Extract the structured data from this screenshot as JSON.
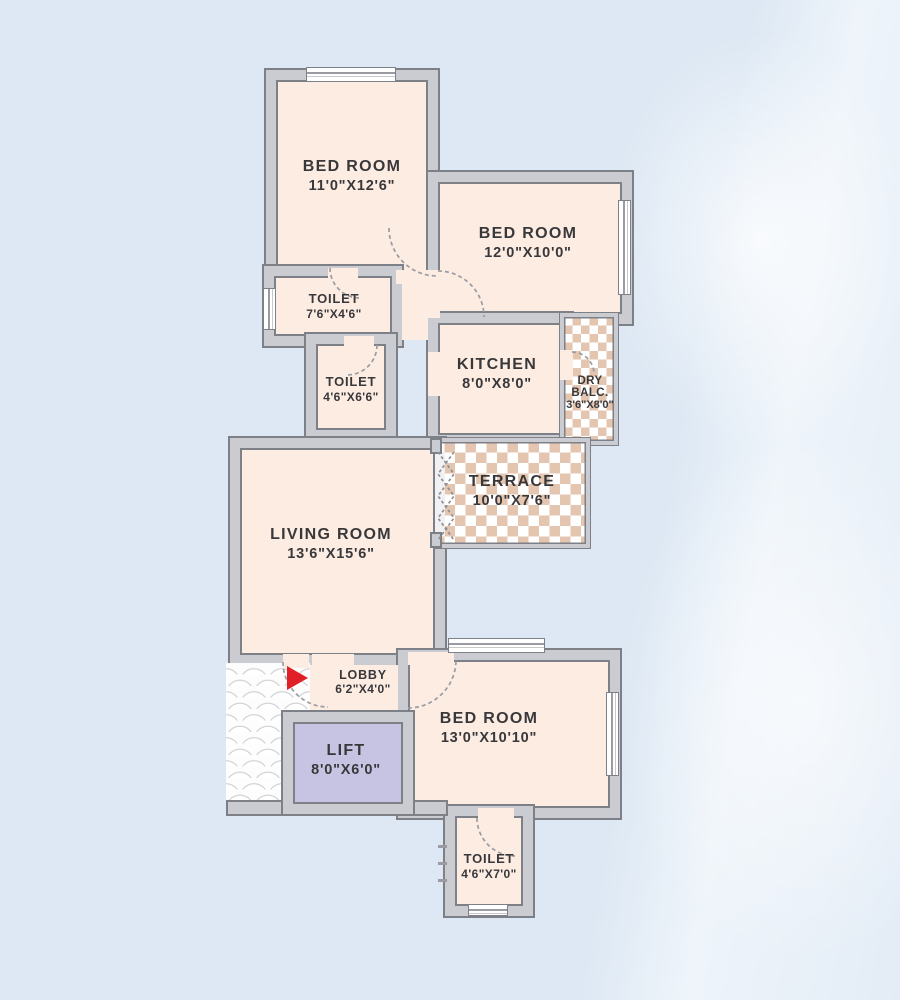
{
  "rooms": {
    "bedroom1": {
      "name": "BED ROOM",
      "dims": "11'0\"X12'6\""
    },
    "bedroom2": {
      "name": "BED ROOM",
      "dims": "12'0\"X10'0\""
    },
    "toilet1": {
      "name": "TOILET",
      "dims": "7'6\"X4'6\""
    },
    "toilet2": {
      "name": "TOILET",
      "dims": "4'6\"X6'6\""
    },
    "kitchen": {
      "name": "KITCHEN",
      "dims": "8'0\"X8'0\""
    },
    "dry_balcony": {
      "line1": "DRY",
      "line2": "BALC.",
      "dims": "3'6\"X8'0\""
    },
    "terrace": {
      "name": "TERRACE",
      "dims": "10'0\"X7'6\""
    },
    "living_room": {
      "name": "LIVING ROOM",
      "dims": "13'6\"X15'6\""
    },
    "lobby": {
      "name": "LOBBY",
      "dims": "6'2\"X4'0\""
    },
    "lift": {
      "name": "LIFT",
      "dims": "8'0\"X6'0\""
    },
    "bedroom3": {
      "name": "BED ROOM",
      "dims": "13'0\"X10'10\""
    },
    "toilet3": {
      "name": "TOILET",
      "dims": "4'6\"X7'0\""
    }
  },
  "colors": {
    "wall": "#cbccd2",
    "wall-edge": "#7e8088",
    "room-fill": "#fdece2",
    "lift-fill": "#c6c4e2",
    "checker-tan": "#e4c5af",
    "arrow-red": "#e01f27",
    "bg-blue": "#dde8f4",
    "label-ink": "#38383b"
  }
}
